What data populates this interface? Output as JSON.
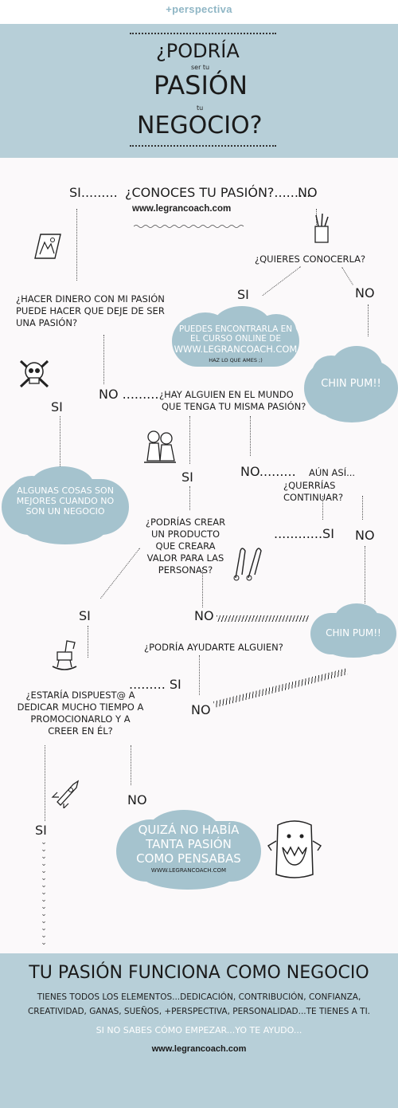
{
  "brand": "+perspectiva",
  "header": {
    "line1": "¿PODRÍA",
    "line2": "ser tu",
    "line3": "PASIÓN",
    "line4": "tu",
    "line5": "NEGOCIO?"
  },
  "flow": {
    "si_top": "SI.........",
    "question_main": "¿CONOCES TU PASIÓN?.........",
    "no_top": "NO",
    "website": "www.legrancoach.com",
    "q_conocerla": "¿QUIERES CONOCERLA?",
    "si_conocerla": "SI",
    "no_conocerla": "NO",
    "q_dinero": "¿HACER DINERO CON MI PASIÓN PUEDE HACER QUE DEJE DE SER UNA PASIÓN?",
    "cloud_curso_1": "PUEDES ENCONTRARLA EN",
    "cloud_curso_2": "EL CURSO ONLINE DE",
    "cloud_curso_3": "WWW.LEGRANCOACH.COM",
    "cloud_curso_4": "HAZ LO QUE AMES ;)",
    "cloud_chin1": "CHIN PUM!!",
    "no_alguien": "NO .........",
    "q_alguien_1": "¿HAY ALGUIEN EN EL MUNDO",
    "q_alguien_2": "QUE TENGA TU MISMA PASIÓN?",
    "si_dinero": "SI",
    "cloud_algunas": "ALGUNAS COSAS SON MEJORES CUANDO NO SON UN NEGOCIO",
    "si_alguien": "SI",
    "no_aun": "NO.........",
    "q_aun_1": "AÚN ASÍ...",
    "q_aun_2": "¿QUERRÍAS CONTINUAR?",
    "q_crear": "¿PODRÍAS CREAR UN PRODUCTO QUE CREARA VALOR PARA LAS PERSONAS?",
    "si_continuar": "............SI",
    "no_continuar": "NO",
    "si_crear": "SI",
    "no_crear": "NO",
    "cloud_chin2": "CHIN PUM!!",
    "q_ayudarte": "¿PODRÍA AYUDARTE ALGUIEN?",
    "q_dispuest": "¿ESTARÍA DISPUEST@ A DEDICAR MUCHO TIEMPO A PROMOCIONARLO Y A CREER EN ÉL?",
    "si_ayudarte": "......... SI",
    "no_ayudarte": "NO",
    "no_dispuest": "NO",
    "si_dispuest": "SI",
    "cloud_quiza_1": "QUIZÁ NO HABÍA",
    "cloud_quiza_2": "TANTA PASIÓN",
    "cloud_quiza_3": "COMO PENSABAS",
    "cloud_quiza_4": "WWW.LEGRANCOACH.COM"
  },
  "footer": {
    "title": "TU PASIÓN FUNCIONA COMO NEGOCIO",
    "line1": "TIENES TODOS LOS ELEMENTOS...DEDICACIÓN, CONTRIBUCIÓN, CONFIANZA,",
    "line2": "CREATIVIDAD, GANAS, SUEÑOS, +PERSPECTIVA, PERSONALIDAD...TE TIENES A TI.",
    "cta": "SI NO SABES CÓMO EMPEZAR...YO TE AYUDO...",
    "website": "www.legrancoach.com"
  },
  "colors": {
    "panel": "#b7cfd8",
    "cloud": "#a5c3ce",
    "brand": "#8fb6c5",
    "ink": "#1e1e1e"
  },
  "icons": [
    "pencil-cup-icon",
    "picture-frame-icon",
    "skull-crossbones-icon",
    "friends-icon",
    "safety-pins-icon",
    "rocking-horse-icon",
    "rocket-icon",
    "monster-icon"
  ]
}
